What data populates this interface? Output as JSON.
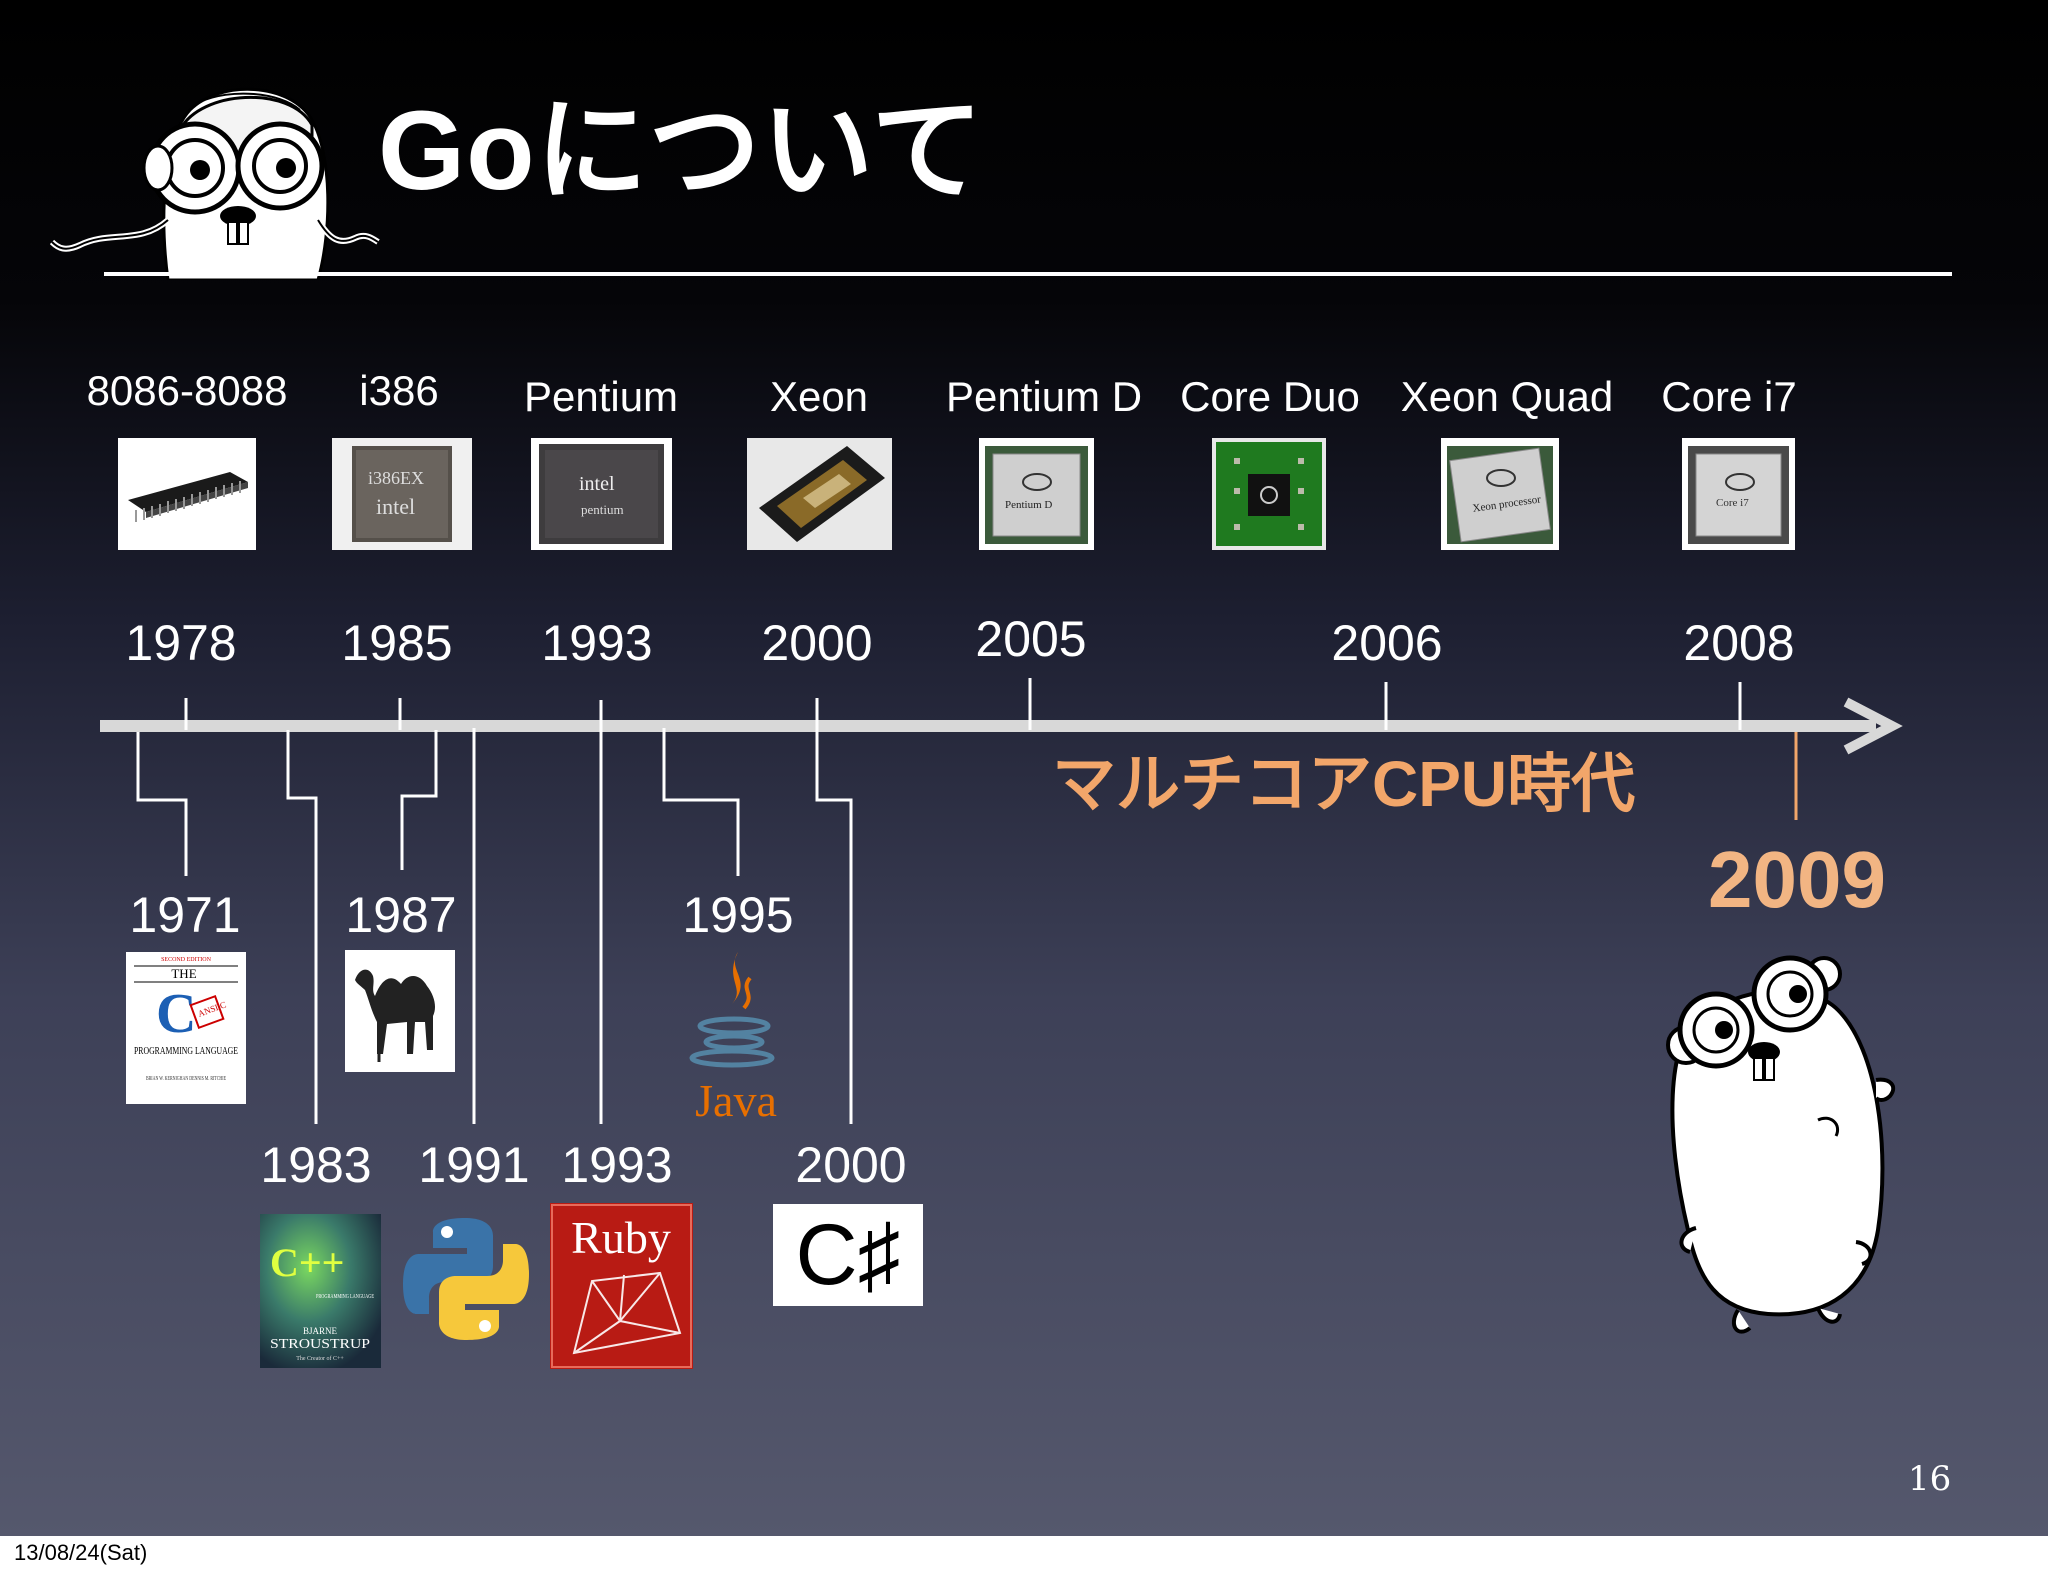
{
  "title": "Goについて",
  "processors": [
    {
      "name": "8086-8088",
      "year": "1978",
      "chip": "dip-chip"
    },
    {
      "name": "i386",
      "year": "1985",
      "chip": "i386-chip"
    },
    {
      "name": "Pentium",
      "year": "1993",
      "chip": "pentium-chip"
    },
    {
      "name": "Xeon",
      "year": "2000",
      "chip": "xeon-cartridge"
    },
    {
      "name": "Pentium D",
      "year": "2005",
      "chip": "pentium-d-chip"
    },
    {
      "name": "Core Duo",
      "year": "2006",
      "chip": "core-duo-chip"
    },
    {
      "name": "Xeon Quad",
      "year": "2006",
      "chip": "xeon-quad-chip"
    },
    {
      "name": "Core i7",
      "year": "2008",
      "chip": "core-i7-chip"
    }
  ],
  "timeline_years_above": [
    "1978",
    "1985",
    "1993",
    "2000",
    "2005",
    "2006",
    "2008"
  ],
  "languages": [
    {
      "year": "1971",
      "logo": "c-book"
    },
    {
      "year": "1987",
      "logo": "perl-camel"
    },
    {
      "year": "1995",
      "logo": "java-logo"
    },
    {
      "year": "1983",
      "logo": "cpp-book"
    },
    {
      "year": "1991",
      "logo": "python-logo"
    },
    {
      "year": "1993",
      "logo": "ruby-logo"
    },
    {
      "year": "2000",
      "logo": "csharp-logo"
    }
  ],
  "chip_labels": {
    "i386": "i386EX",
    "intel": "intel",
    "pentium": "pentium",
    "pentium_d": "Pentium D",
    "xeon": "Xeon processor",
    "core": "Core i7"
  },
  "book_c": {
    "edition": "SECOND EDITION",
    "the": "THE",
    "c": "C",
    "ansi": "ANSI C",
    "subtitle": "PROGRAMMING LANGUAGE",
    "authors": "BRIAN W. KERNIGHAN DENNIS M. RITCHIE"
  },
  "book_cpp": {
    "c": "C++",
    "subtitle": "PROGRAMMING LANGUAGE",
    "author_first": "BJARNE",
    "author_last": "STROUSTRUP",
    "tag": "The Creator of C++"
  },
  "java_label": "Java",
  "ruby_label": "Ruby",
  "csharp_label": "C♯",
  "era_label": "マルチコアCPU時代",
  "go_year": "2009",
  "page_number": "16",
  "footer_date": "13/08/24(Sat)",
  "colors": {
    "accent": "#f2a66a",
    "go_year": "#f2b583",
    "timeline": "#d8d8d8",
    "connector": "#ffffff"
  }
}
